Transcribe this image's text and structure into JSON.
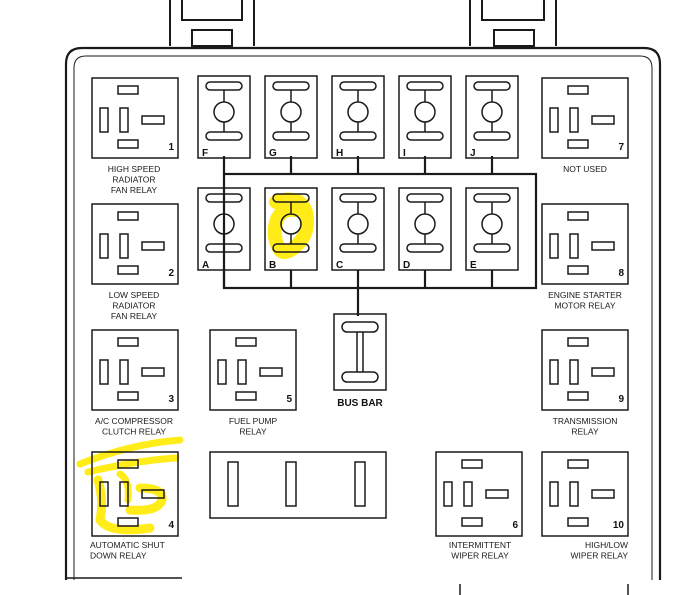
{
  "relays": {
    "r1": {
      "number": "1",
      "label_lines": [
        "HIGH SPEED",
        "RADIATOR",
        "FAN RELAY"
      ]
    },
    "r2": {
      "number": "2",
      "label_lines": [
        "LOW SPEED",
        "RADIATOR",
        "FAN RELAY"
      ]
    },
    "r3": {
      "number": "3",
      "label_lines": [
        "A/C COMPRESSOR",
        "CLUTCH RELAY"
      ]
    },
    "r4": {
      "number": "4",
      "label_lines": [
        "AUTOMATIC SHUT",
        "DOWN RELAY"
      ]
    },
    "r5": {
      "number": "5",
      "label_lines": [
        "FUEL PUMP",
        "RELAY"
      ]
    },
    "r6": {
      "number": "6",
      "label_lines": [
        "INTERMITTENT",
        "WIPER RELAY"
      ]
    },
    "r7": {
      "number": "7",
      "label_lines": [
        "NOT USED"
      ]
    },
    "r8": {
      "number": "8",
      "label_lines": [
        "ENGINE STARTER",
        "MOTOR RELAY"
      ]
    },
    "r9": {
      "number": "9",
      "label_lines": [
        "TRANSMISSION",
        "RELAY"
      ]
    },
    "r10": {
      "number": "10",
      "label_lines": [
        "HIGH/LOW",
        "WIPER RELAY"
      ]
    }
  },
  "fuses": {
    "top_row": [
      "F",
      "G",
      "H",
      "I",
      "J"
    ],
    "bottom_row": [
      "A",
      "B",
      "C",
      "D",
      "E"
    ]
  },
  "bus_bar_label": "BUS BAR",
  "colors": {
    "line": "#1a1a1a",
    "highlight": "#ffea00"
  }
}
